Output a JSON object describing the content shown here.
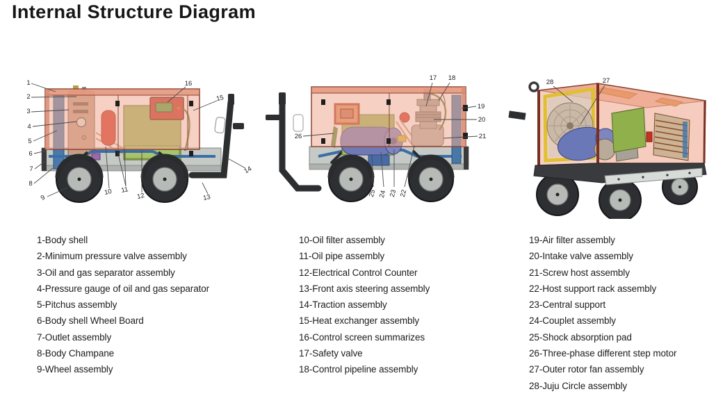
{
  "title": "Internal Structure Diagram",
  "views": [
    {
      "callouts": [
        "1",
        "2",
        "3",
        "4",
        "5",
        "6",
        "7",
        "8",
        "9",
        "10",
        "11",
        "12",
        "13",
        "14",
        "15",
        "16"
      ]
    },
    {
      "callouts": [
        "17",
        "18",
        "19",
        "20",
        "21",
        "22",
        "23",
        "24",
        "25",
        "26"
      ]
    },
    {
      "callouts": [
        "28",
        "27"
      ]
    }
  ],
  "legend": {
    "columns": [
      {
        "items": [
          "1-Body shell",
          "2-Minimum pressure valve assembly",
          "3-Oil and gas separator assembly",
          "4-Pressure gauge of oil and gas separator",
          "5-Pitchus assembly",
          "6-Body shell Wheel Board",
          "7-Outlet assembly",
          "8-Body Champane",
          "9-Wheel assembly"
        ]
      },
      {
        "items": [
          "10-Oil filter assembly",
          "11-Oil pipe assembly",
          "12-Electrical Control Counter",
          "13-Front axis steering assembly",
          "14-Traction assembly",
          "15-Heat exchanger assembly",
          "16-Control screen summarizes",
          "17-Safety valve",
          "18-Control pipeline assembly"
        ]
      },
      {
        "items": [
          "19-Air filter assembly",
          "20-Intake valve assembly",
          "21-Screw host assembly",
          "22-Host support rack assembly",
          "23-Central support",
          "24-Couplet assembly",
          "25-Shock absorption pad",
          "26-Three-phase different step motor",
          "27-Outer rotor fan assembly",
          "28-Juju Circle assembly"
        ]
      }
    ]
  },
  "colors": {
    "background": "#ffffff",
    "title_text": "#161616",
    "legend_text": "#1c1c1c",
    "shell": "#eeaa91",
    "shell_outline": "#8a4430",
    "chassis": "#c6cac6",
    "tire": "#2e2f33",
    "wheel_hub": "#b7bbb7",
    "handle": "#2d2e30",
    "frame_tube_blue": "#3a6ea5",
    "separator_tank": "#c69e85",
    "oil_filter_red": "#d63426",
    "motor_green_box": "#9eba5b",
    "control_panel_red": "#c23322",
    "control_screen_green": "#56a03c",
    "motor_cylinder_blue": "#6f79b5",
    "air_filter_blue": "#4878a8",
    "fan_frame_yellow": "#e0c030",
    "roof_orange": "#e08030",
    "radiator_tan": "#cdb396",
    "callout_text": "#1d1d1d",
    "leader_line": "#4a4a4a"
  }
}
